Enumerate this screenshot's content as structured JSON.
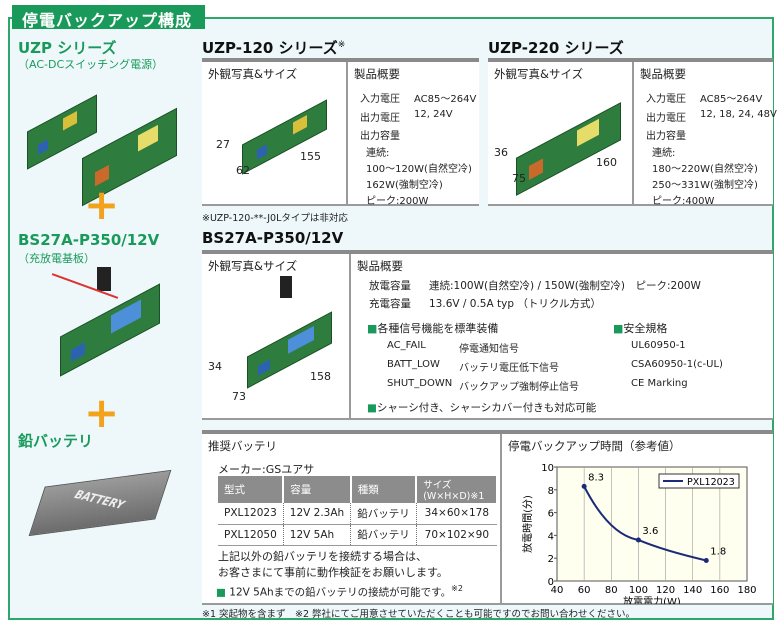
{
  "title": "停電バックアップ構成",
  "left": {
    "uzp_title": "UZP シリーズ",
    "uzp_sub": "（AC-DCスイッチング電源）",
    "bs_title": "BS27A-P350/12V",
    "bs_sub": "（充放電基板）",
    "battery_title": "鉛バッテリ",
    "battery_logo": "BATTERY",
    "plus": "+"
  },
  "uzp120": {
    "title": "UZP-120 シリーズ",
    "mark": "※",
    "photo_label": "外観写真&サイズ",
    "dims": [
      "27",
      "62",
      "155"
    ],
    "overview_label": "製品概要",
    "input_label": "入力電圧",
    "input": "AC85～264V",
    "output_label": "出力電圧",
    "output": "12, 24V",
    "capacity_label": "出力容量",
    "cont": "連続:",
    "lines": [
      "100～120W(自然空冷)",
      "162W(強制空冷)",
      "ピーク:200W"
    ],
    "note": "※UZP-120-**-J0Lタイプは非対応"
  },
  "uzp220": {
    "title": "UZP-220 シリーズ",
    "photo_label": "外観写真&サイズ",
    "dims": [
      "36",
      "75",
      "160"
    ],
    "overview_label": "製品概要",
    "input_label": "入力電圧",
    "input": "AC85～264V",
    "output_label": "出力電圧",
    "output": "12, 18, 24, 48V",
    "capacity_label": "出力容量",
    "cont": "連続:",
    "lines": [
      "180～220W(自然空冷)",
      "250～331W(強制空冷)",
      "ピーク:400W"
    ]
  },
  "bs27a": {
    "title": "BS27A-P350/12V",
    "photo_label": "外観写真&サイズ",
    "dims": [
      "34",
      "73",
      "158"
    ],
    "overview_label": "製品概要",
    "discharge_label": "放電容量",
    "discharge": "連続:100W(自然空冷) / 150W(強制空冷)　ピーク:200W",
    "charge_label": "充電容量",
    "charge": "13.6V / 0.5A typ （トリクル方式）",
    "signals_title": "各種信号機能を標準装備",
    "signals": [
      {
        "name": "AC_FAIL",
        "desc": "停電通知信号"
      },
      {
        "name": "BATT_LOW",
        "desc": "バッテリ電圧低下信号"
      },
      {
        "name": "SHUT_DOWN",
        "desc": "バックアップ強制停止信号"
      }
    ],
    "safety_title": "安全規格",
    "safety": [
      "UL60950-1",
      "CSA60950-1(c-UL)",
      "CE Marking"
    ],
    "chassis": "シャーシ付き、シャーシカバー付きも対応可能"
  },
  "battery": {
    "title": "推奨バッテリ",
    "maker": "メーカー:GSユアサ",
    "headers": [
      "型式",
      "容量",
      "種類",
      "サイズ(W×H×D)※1"
    ],
    "rows": [
      [
        "PXL12023",
        "12V 2.3Ah",
        "鉛バッテリ",
        "34×60×178"
      ],
      [
        "PXL12050",
        "12V 5Ah",
        "鉛バッテリ",
        "70×102×90"
      ]
    ],
    "note1": "上記以外の鉛バッテリを接続する場合は、",
    "note2": "お客さまにて事前に動作検証をお願いします。",
    "bullet": "12V 5Ahまでの鉛バッテリの接続が可能です。",
    "bullet_mark": "※2"
  },
  "footnote": "※1 突起物を含まず　※2 弊社にてご用意させていただくことも可能ですのでお問い合わせください。",
  "chart_data": {
    "type": "line",
    "title": "停電バックアップ時間（参考値）",
    "xlabel": "放電電力(W)",
    "ylabel": "放電時間(分)",
    "xlim": [
      40,
      180
    ],
    "ylim": [
      0,
      10
    ],
    "xticks": [
      "40",
      "60",
      "80",
      "100",
      "120",
      "140",
      "160",
      "180"
    ],
    "yticks": [
      "0",
      "2",
      "4",
      "6",
      "8",
      "10"
    ],
    "legend": "top-right",
    "grid": "vertical",
    "series": [
      {
        "name": "PXL12023",
        "x": [
          60,
          100,
          150
        ],
        "y": [
          8.3,
          3.6,
          1.8
        ],
        "labels": [
          "8.3",
          "3.6",
          "1.8"
        ],
        "color": "#1c2a7a"
      }
    ]
  }
}
